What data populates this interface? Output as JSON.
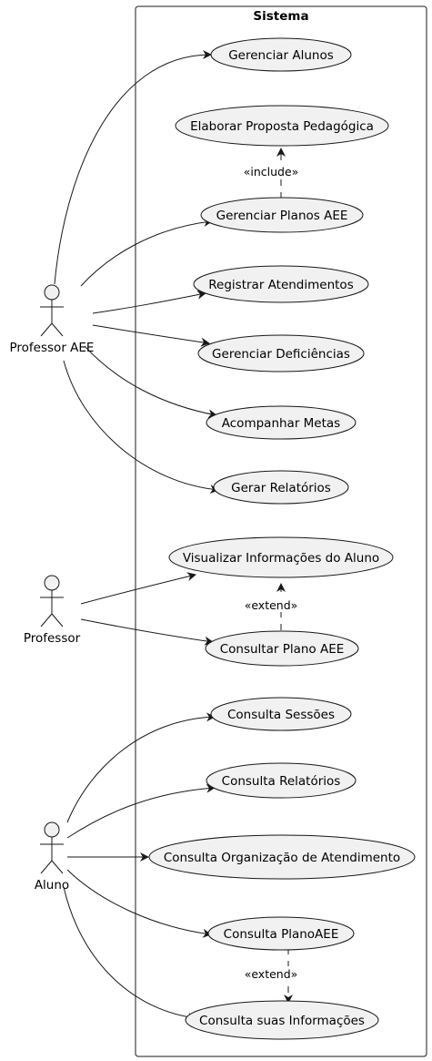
{
  "system": {
    "title": "Sistema"
  },
  "actors": {
    "professor_aee": "Professor AEE",
    "professor": "Professor",
    "aluno": "Aluno"
  },
  "use_cases": {
    "gerenciar_alunos": "Gerenciar Alunos",
    "elaborar_proposta": "Elaborar Proposta Pedagógica",
    "gerenciar_planos": "Gerenciar Planos AEE",
    "registrar_atendimentos": "Registrar Atendimentos",
    "gerenciar_deficiencias": "Gerenciar Deficiências",
    "acompanhar_metas": "Acompanhar Metas",
    "gerar_relatorios": "Gerar Relatórios",
    "visualizar_info_aluno": "Visualizar Informações do Aluno",
    "consultar_plano": "Consultar Plano AEE",
    "consulta_sessoes": "Consulta Sessões",
    "consulta_relatorios": "Consulta Relatórios",
    "consulta_organizacao": "Consulta Organização de Atendimento",
    "consulta_planoaee": "Consulta PlanoAEE",
    "consulta_info": "Consulta suas Informações"
  },
  "relations": {
    "include_label": "«include»",
    "extend_label_1": "«extend»",
    "extend_label_2": "«extend»"
  },
  "colors": {
    "usecase_fill": "#f1f1f1",
    "stroke": "#181818",
    "background": "#ffffff"
  }
}
